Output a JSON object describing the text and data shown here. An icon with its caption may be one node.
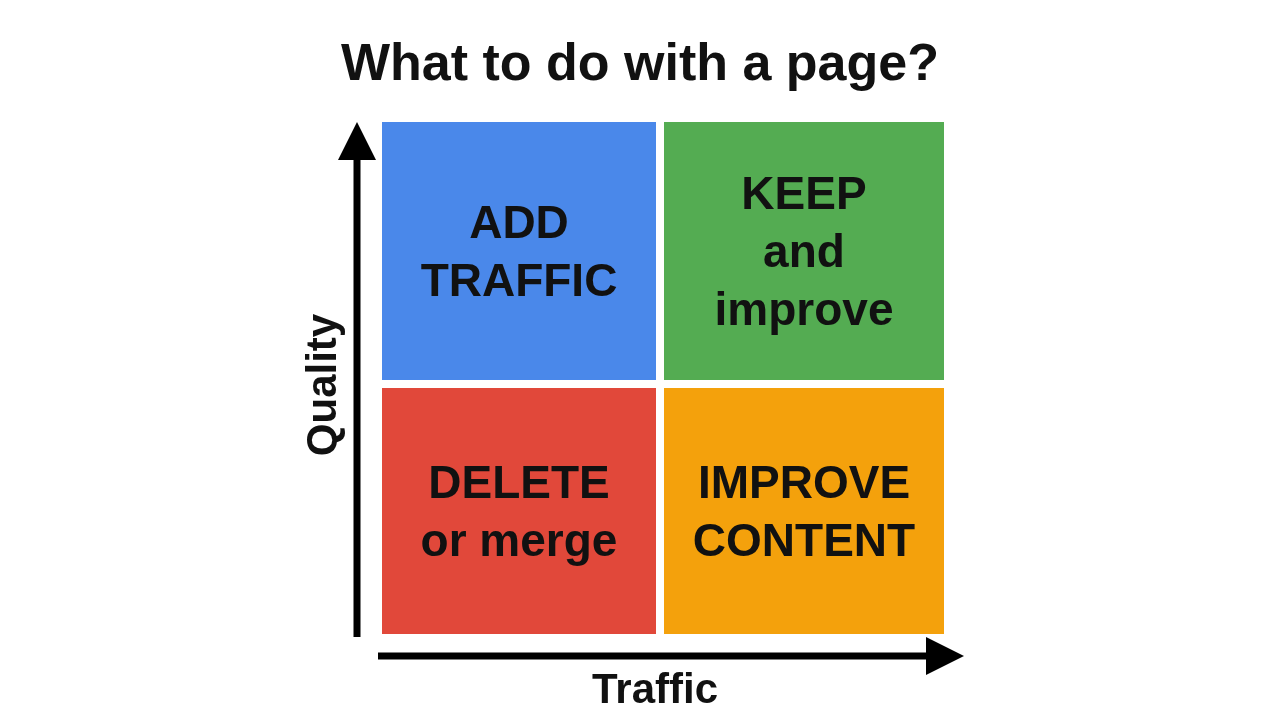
{
  "diagram": {
    "title": "What to do with a page?",
    "nodes": [
      {
        "text": [
          "ADD TRAFFIC"
        ]
      },
      {
        "text": [
          "KEEP and improve"
        ]
      },
      {
        "text": [
          "DELETE or merge"
        ]
      },
      {
        "text": [
          "IMPROVE CONTENT"
        ]
      }
    ],
    "labels": [
      "Quality",
      "Traffic"
    ]
  }
}
